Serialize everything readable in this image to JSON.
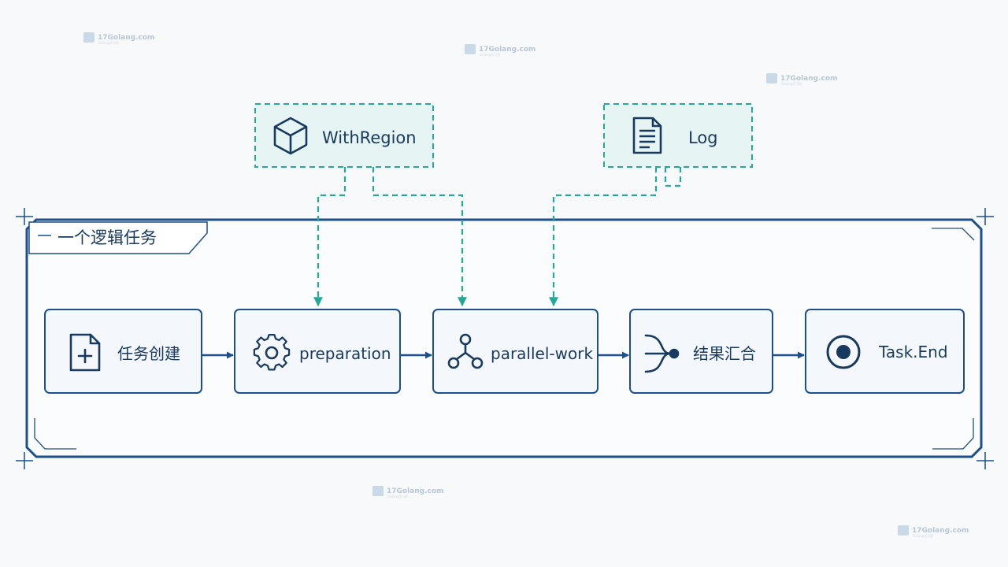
{
  "watermark": {
    "text": "17Golang.com",
    "subtext": "Golang学习网"
  },
  "colors": {
    "primary": "#1c4f8c",
    "accent": "#23a99a",
    "node_fill": "#f4f7fb",
    "aspect_fill": "#e6f5f3",
    "text": "#183a5f"
  },
  "frame": {
    "title": "一个逻辑任务"
  },
  "aspects": {
    "region": {
      "label": "WithRegion",
      "icon": "cube-icon"
    },
    "log": {
      "label": "Log",
      "icon": "document-icon"
    }
  },
  "steps": [
    {
      "label": "任务创建",
      "icon": "file-plus-icon"
    },
    {
      "label": "preparation",
      "icon": "gear-icon"
    },
    {
      "label": "parallel-work",
      "icon": "fork-icon"
    },
    {
      "label": "结果汇合",
      "icon": "merge-icon"
    },
    {
      "label": "Task.End",
      "icon": "end-circle-icon"
    }
  ]
}
